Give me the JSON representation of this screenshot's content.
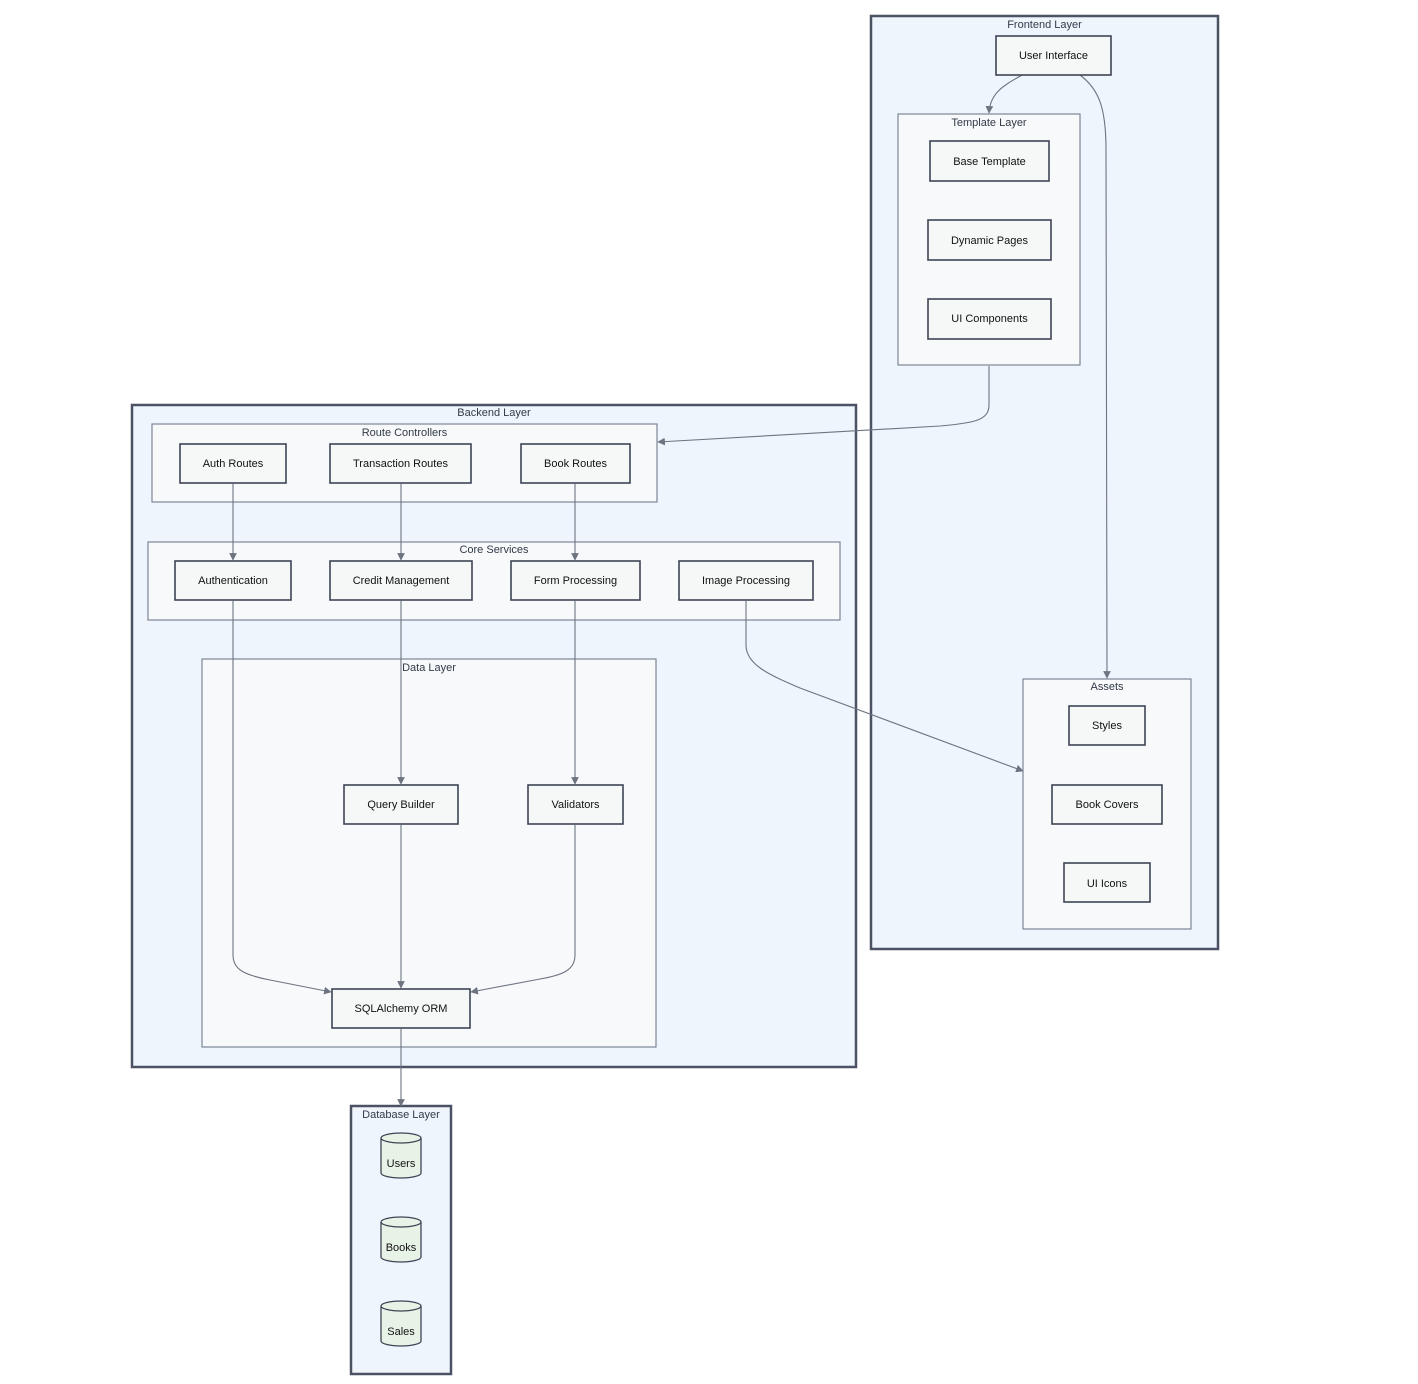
{
  "groups": {
    "frontend": "Frontend Layer",
    "template": "Template Layer",
    "assets": "Assets",
    "backend": "Backend Layer",
    "routes": "Route Controllers",
    "core": "Core Services",
    "data": "Data Layer",
    "database": "Database Layer"
  },
  "nodes": {
    "user_interface": "User Interface",
    "base_template": "Base Template",
    "dynamic_pages": "Dynamic Pages",
    "ui_components": "UI Components",
    "styles": "Styles",
    "book_covers": "Book Covers",
    "ui_icons": "UI Icons",
    "auth_routes": "Auth Routes",
    "transaction_routes": "Transaction Routes",
    "book_routes": "Book Routes",
    "authentication": "Authentication",
    "credit_management": "Credit Management",
    "form_processing": "Form Processing",
    "image_processing": "Image Processing",
    "query_builder": "Query Builder",
    "validators": "Validators",
    "sqlalchemy_orm": "SQLAlchemy ORM",
    "users": "Users",
    "books": "Books",
    "sales": "Sales"
  },
  "colors": {
    "outer_fill": "#eff5fd",
    "inner_fill": "#f7f9fb",
    "node_fill": "#f6f8f8",
    "db_fill": "#e8f3e8",
    "edge": "#6e7480"
  }
}
